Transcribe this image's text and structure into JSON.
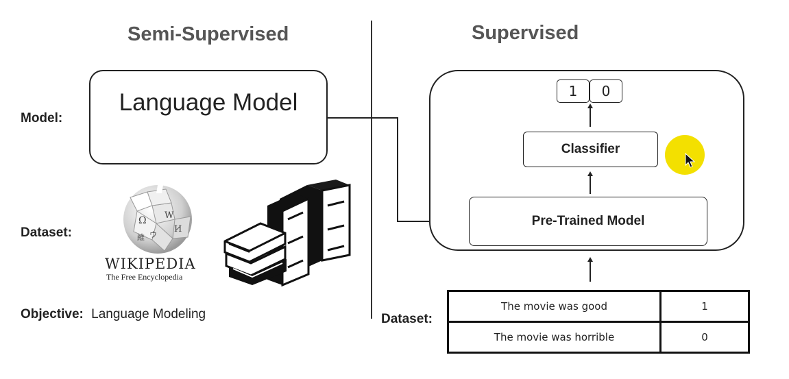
{
  "headings": {
    "semi_supervised": "Semi-Supervised",
    "supervised": "Supervised"
  },
  "left": {
    "model_label": "Model:",
    "model_box_text": "Language Model",
    "dataset_label": "Dataset:",
    "wikipedia_wordmark": "WIKIPEDIA",
    "wikipedia_tagline": "The Free Encyclopedia",
    "objective_label": "Objective:",
    "objective_value": "Language Modeling"
  },
  "right": {
    "output_values": [
      "1",
      "0"
    ],
    "classifier_label": "Classifier",
    "pretrained_label": "Pre-Trained Model",
    "dataset_label": "Dataset:",
    "dataset_rows": [
      {
        "text": "The movie was good",
        "label": "1"
      },
      {
        "text": "The movie was horrible",
        "label": "0"
      }
    ]
  },
  "icons": [
    "wikipedia-globe-icon",
    "books-icon",
    "cursor-icon"
  ],
  "colors": {
    "heading": "#555555",
    "line": "#222222",
    "cursor_highlight": "#f3e000"
  }
}
